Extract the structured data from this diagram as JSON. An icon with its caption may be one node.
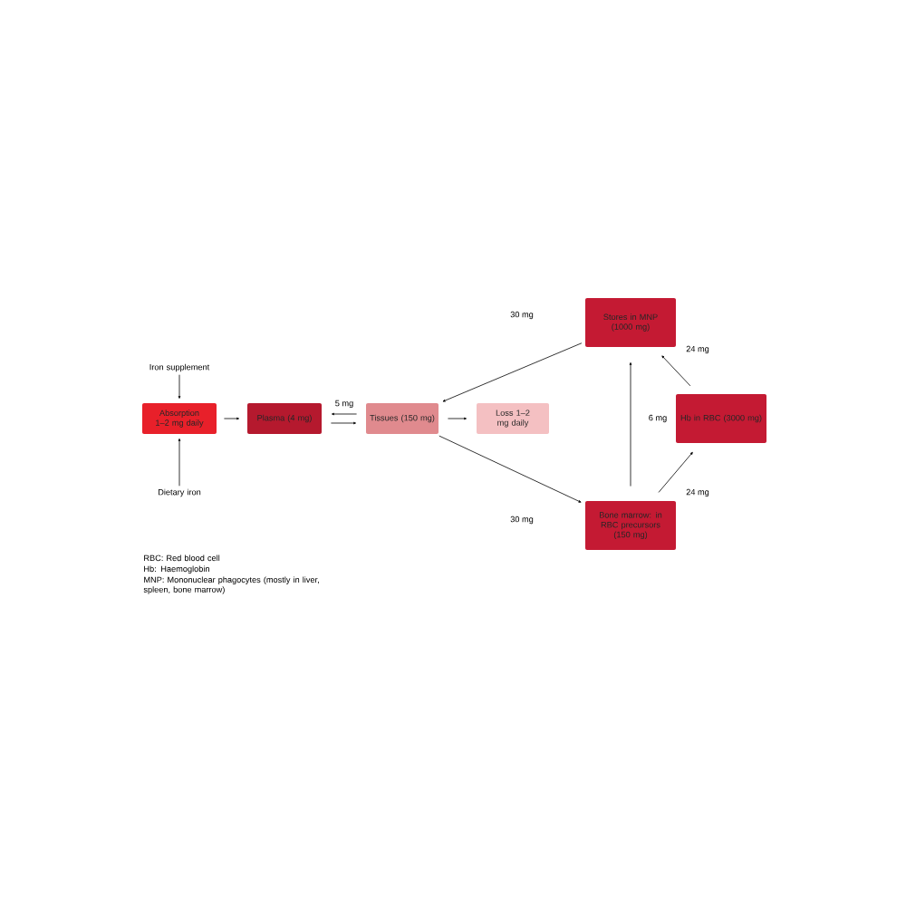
{
  "diagram": {
    "nodes": [
      {
        "text": [
          "Iron supplement"
        ]
      },
      {
        "text": [
          "Dietary iron"
        ]
      },
      {
        "text": [
          "Absorption 1–2 mg daily"
        ]
      },
      {
        "text": [
          "Plasma (4 mg)"
        ]
      },
      {
        "text": [
          "Tissues (150 mg)"
        ]
      },
      {
        "text": [
          "Loss 1–2 mg daily"
        ]
      },
      {
        "text": [
          "Stores in MNP (1000 mg)"
        ]
      },
      {
        "text": [
          "Hb in RBC (3000 mg)"
        ]
      },
      {
        "text": [
          "Bone marrow: in RBC precursors (150 mg)"
        ]
      }
    ],
    "edges": [
      {
        "from": 0,
        "to": 2,
        "arrow": "to"
      },
      {
        "from": 1,
        "to": 2,
        "arrow": "to"
      },
      {
        "from": 2,
        "to": 3,
        "arrow": "to"
      },
      {
        "from": 4,
        "to": 3,
        "arrow": "to",
        "label": "5 mg"
      },
      {
        "from": 3,
        "to": 4,
        "arrow": "to"
      },
      {
        "from": 4,
        "to": 5,
        "arrow": "to"
      },
      {
        "from": 6,
        "to": 4,
        "arrow": "to",
        "label": "30 mg"
      },
      {
        "from": 4,
        "to": 8,
        "arrow": "to",
        "label": "30 mg"
      },
      {
        "from": 8,
        "to": 6,
        "arrow": "to",
        "label": "6 mg"
      },
      {
        "from": 8,
        "to": 7,
        "arrow": "to",
        "label": "24 mg"
      },
      {
        "from": 7,
        "to": 6,
        "arrow": "to",
        "label": "24 mg"
      }
    ],
    "labels": [
      "RBC: Red blood cell",
      "Hb: Haemoglobin",
      "MNP: Mononuclear phagocytes (mostly in liver, spleen, bone marrow)"
    ]
  }
}
